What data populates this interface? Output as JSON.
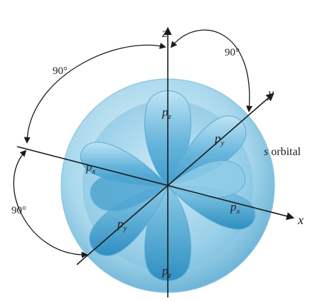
{
  "axes": {
    "z_label": "z",
    "y_label": "y",
    "x_label": "x"
  },
  "angles": {
    "top_left": "90°",
    "top_right": "90°",
    "left": "90°"
  },
  "orbital_labels": {
    "pz_base": "p",
    "pz_sub": "z",
    "py_base": "p",
    "py_sub": "y",
    "px_base": "p",
    "px_sub": "x",
    "s_orbital": "s orbital",
    "s_letter": "s",
    "s_word": "orbital"
  },
  "colors": {
    "sphere_outer": "#cfe8f3",
    "sphere_inner": "#8cc8e3",
    "lobe_light": "#9fd3ea",
    "lobe_dark": "#3d9bc9",
    "axis": "#1a1a1a"
  }
}
